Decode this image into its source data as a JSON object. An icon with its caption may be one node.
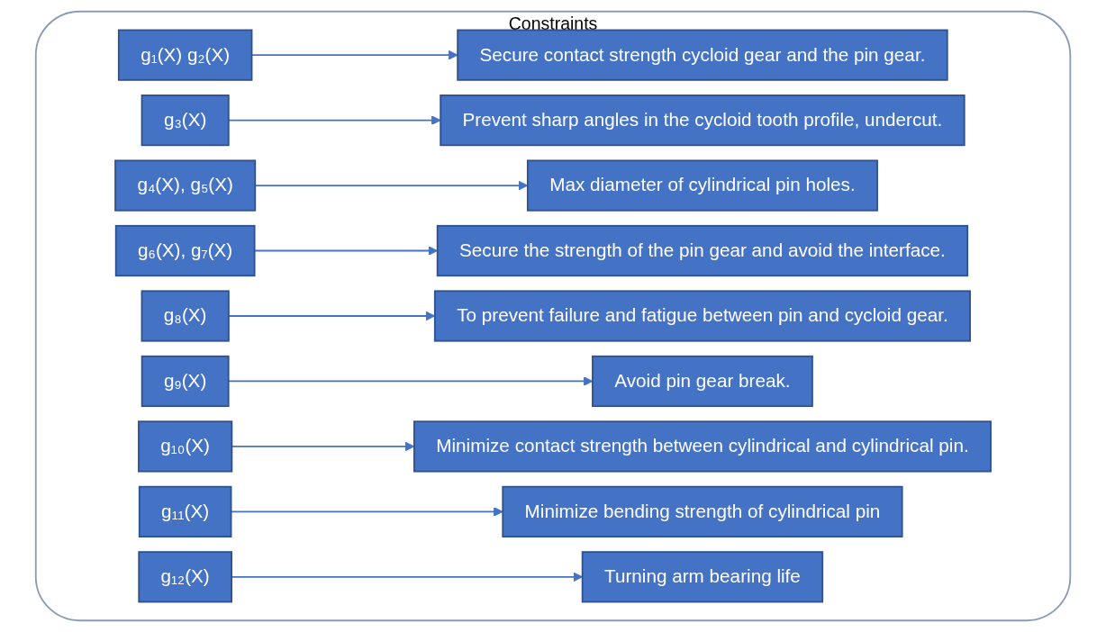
{
  "diagram": {
    "nodes": [
      {
        "text": [
          "Constraints"
        ]
      },
      {
        "text": [
          "g₁(X) g₂(X)"
        ],
        "in": 0
      },
      {
        "text": [
          "Secure contact strength cycloid gear and the pin gear."
        ],
        "in": 0
      },
      {
        "text": [
          "g₃(X)"
        ],
        "in": 0
      },
      {
        "text": [
          "Prevent sharp angles in the cycloid tooth profile, undercut."
        ],
        "in": 0
      },
      {
        "text": [
          "g₄(X), g₅(X)"
        ],
        "in": 0
      },
      {
        "text": [
          "Max diameter of cylindrical pin holes."
        ],
        "in": 0
      },
      {
        "text": [
          "g₆(X), g₇(X)"
        ],
        "in": 0
      },
      {
        "text": [
          "Secure the strength of the pin gear and avoid the interface."
        ],
        "in": 0
      },
      {
        "text": [
          "g₈(X)"
        ],
        "in": 0
      },
      {
        "text": [
          "To prevent failure and fatigue between pin and cycloid gear."
        ],
        "in": 0
      },
      {
        "text": [
          "g₉(X)"
        ],
        "in": 0
      },
      {
        "text": [
          "Avoid pin gear break."
        ],
        "in": 0
      },
      {
        "text": [
          "g₁₀(X)"
        ],
        "in": 0
      },
      {
        "text": [
          "Minimize contact strength between cylindrical and cylindrical pin."
        ],
        "in": 0
      },
      {
        "text": [
          "g₁₁(X)"
        ],
        "in": 0
      },
      {
        "text": [
          "Minimize bending strength of cylindrical pin"
        ],
        "in": 0
      },
      {
        "text": [
          "g₁₂(X)"
        ],
        "in": 0
      },
      {
        "text": [
          "Turning arm bearing life"
        ],
        "in": 0
      }
    ],
    "edges": [
      {
        "from": 1,
        "to": 2,
        "arrow": "to"
      },
      {
        "from": 3,
        "to": 4,
        "arrow": "to"
      },
      {
        "from": 5,
        "to": 6,
        "arrow": "to"
      },
      {
        "from": 7,
        "to": 8,
        "arrow": "to"
      },
      {
        "from": 9,
        "to": 10,
        "arrow": "to"
      },
      {
        "from": 11,
        "to": 12,
        "arrow": "to"
      },
      {
        "from": 13,
        "to": 14,
        "arrow": "to"
      },
      {
        "from": 15,
        "to": 16,
        "arrow": "to"
      },
      {
        "from": 17,
        "to": 18,
        "arrow": "to"
      }
    ]
  }
}
